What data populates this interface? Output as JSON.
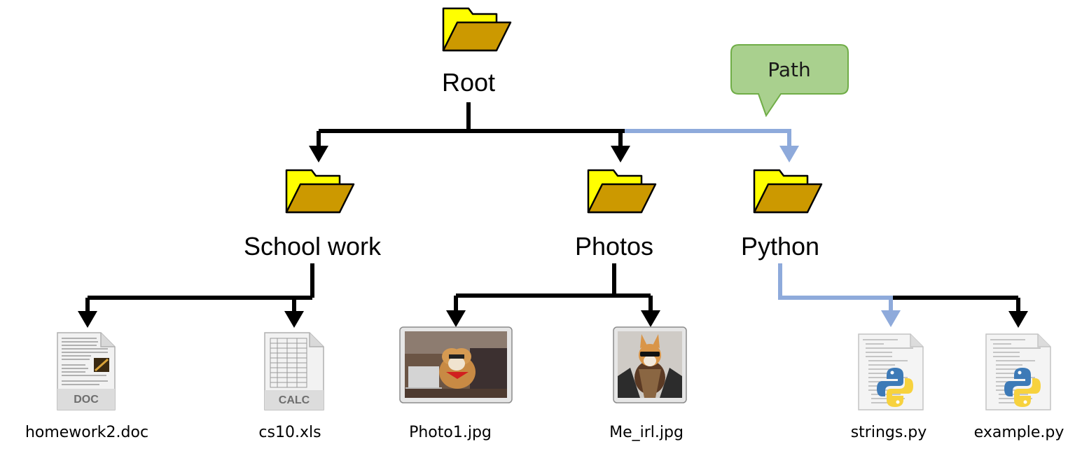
{
  "colors": {
    "tree_line": "#000000",
    "path_line": "#8eaadb",
    "folder_tab": "#ffff00",
    "folder_front": "#cc9900",
    "callout_fill": "#a9d08e",
    "callout_stroke": "#70ad47"
  },
  "root": {
    "label": "Root",
    "icon": "folder-icon"
  },
  "callout": {
    "label": "Path"
  },
  "folders": [
    {
      "id": "school",
      "label": "School work",
      "icon": "folder-icon"
    },
    {
      "id": "photos",
      "label": "Photos",
      "icon": "folder-icon"
    },
    {
      "id": "python",
      "label": "Python",
      "icon": "folder-icon"
    }
  ],
  "files": [
    {
      "id": "homework",
      "label": "homework2.doc",
      "icon": "document-file-icon",
      "badge": "DOC"
    },
    {
      "id": "cs10",
      "label": "cs10.xls",
      "icon": "spreadsheet-file-icon",
      "badge": "CALC"
    },
    {
      "id": "photo1",
      "label": "Photo1.jpg",
      "icon": "photo-thumbnail-icon"
    },
    {
      "id": "meirl",
      "label": "Me_irl.jpg",
      "icon": "photo-thumbnail-icon"
    },
    {
      "id": "strings",
      "label": "strings.py",
      "icon": "python-file-icon"
    },
    {
      "id": "example",
      "label": "example.py",
      "icon": "python-file-icon"
    }
  ]
}
